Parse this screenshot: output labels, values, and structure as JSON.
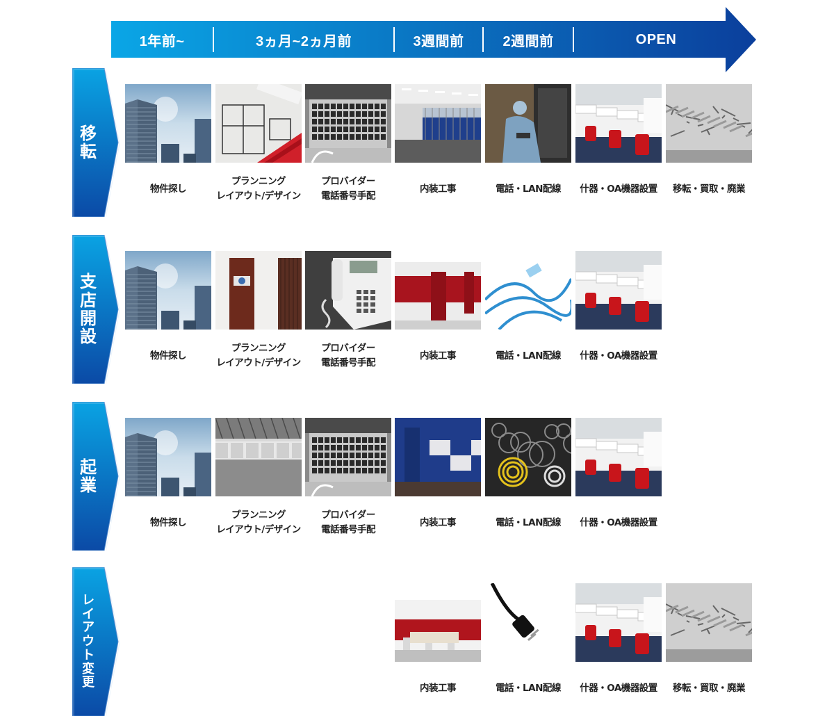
{
  "timeline": {
    "phases": [
      "1年前~",
      "3ヵ月~2ヵ月前",
      "3週間前",
      "2週間前",
      "OPEN"
    ],
    "colors": {
      "start": "#0aa6e6",
      "end": "#0b3f9c"
    }
  },
  "categories": [
    {
      "title": "移転",
      "steps": [
        {
          "image": "building-icon",
          "caption": [
            "物件探し"
          ]
        },
        {
          "image": "blueprint-icon",
          "caption": [
            "プランニング",
            "レイアウト/デザイン"
          ]
        },
        {
          "image": "laptop-icon",
          "caption": [
            "プロバイダー",
            "電話番号手配"
          ]
        },
        {
          "image": "office-partition-icon",
          "caption": [
            "内装工事"
          ]
        },
        {
          "image": "worker-icon",
          "caption": [
            "電話・LAN配線"
          ]
        },
        {
          "image": "office-chairs-icon",
          "caption": [
            "什器・OA機器設置"
          ]
        },
        {
          "image": "scrap-metal-icon",
          "caption": [
            "移転・買取・廃業"
          ]
        }
      ]
    },
    {
      "title": "支店開設",
      "steps": [
        {
          "image": "building-icon",
          "caption": [
            "物件探し"
          ]
        },
        {
          "image": "entrance-sign-icon",
          "caption": [
            "プランニング",
            "レイアウト/デザイン"
          ]
        },
        {
          "image": "office-phone-icon",
          "caption": [
            "プロバイダー",
            "電話番号手配"
          ]
        },
        {
          "image": "red-door-icon",
          "caption": [
            "内装工事"
          ]
        },
        {
          "image": "lan-cable-icon",
          "caption": [
            "電話・LAN配線"
          ]
        },
        {
          "image": "office-chairs-icon",
          "caption": [
            "什器・OA機器設置"
          ]
        }
      ]
    },
    {
      "title": "起業",
      "steps": [
        {
          "image": "building-icon",
          "caption": [
            "物件探し"
          ]
        },
        {
          "image": "empty-floor-icon",
          "caption": [
            "プランニング",
            "レイアウト/デザイン"
          ]
        },
        {
          "image": "laptop-icon",
          "caption": [
            "プロバイダー",
            "電話番号手配"
          ]
        },
        {
          "image": "blue-panels-icon",
          "caption": [
            "内装工事"
          ]
        },
        {
          "image": "cables-icon",
          "caption": [
            "電話・LAN配線"
          ]
        },
        {
          "image": "office-chairs-icon",
          "caption": [
            "什器・OA機器設置"
          ]
        }
      ]
    },
    {
      "title": "レイアウト変更",
      "steps": [
        {
          "image": "meeting-room-icon",
          "caption": [
            "内装工事"
          ]
        },
        {
          "image": "power-plug-icon",
          "caption": [
            "電話・LAN配線"
          ]
        },
        {
          "image": "office-chairs-icon",
          "caption": [
            "什器・OA機器設置"
          ]
        },
        {
          "image": "scrap-metal-icon",
          "caption": [
            "移転・買取・廃業"
          ]
        }
      ]
    }
  ]
}
